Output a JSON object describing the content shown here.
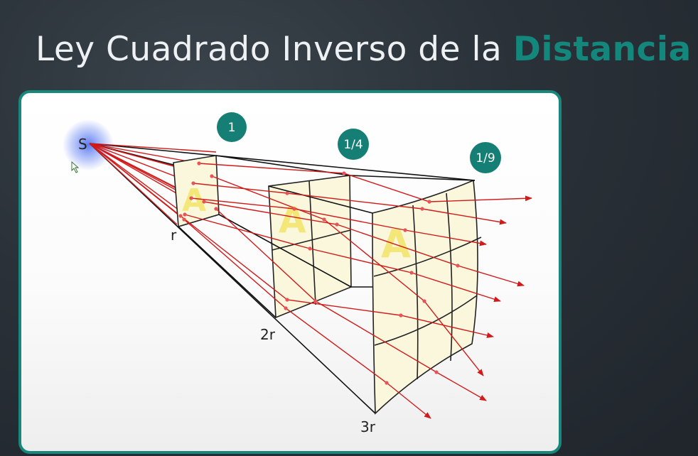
{
  "slide": {
    "title_plain": "Ley Cuadrado Inverso de la ",
    "title_highlight": "Distancia",
    "accent_color": "#14877c"
  },
  "diagram": {
    "source_label": "S",
    "distance_labels": [
      "r",
      "2r",
      "3r"
    ],
    "intensity_badges": [
      "1",
      "1/4",
      "1/9"
    ],
    "area_label": "A",
    "ray_color": "#d11a1a",
    "panel_fill": "#fbf7dc",
    "glow_color": "#6f8cf5",
    "pointer_icon": "cursor-arrow-icon"
  }
}
